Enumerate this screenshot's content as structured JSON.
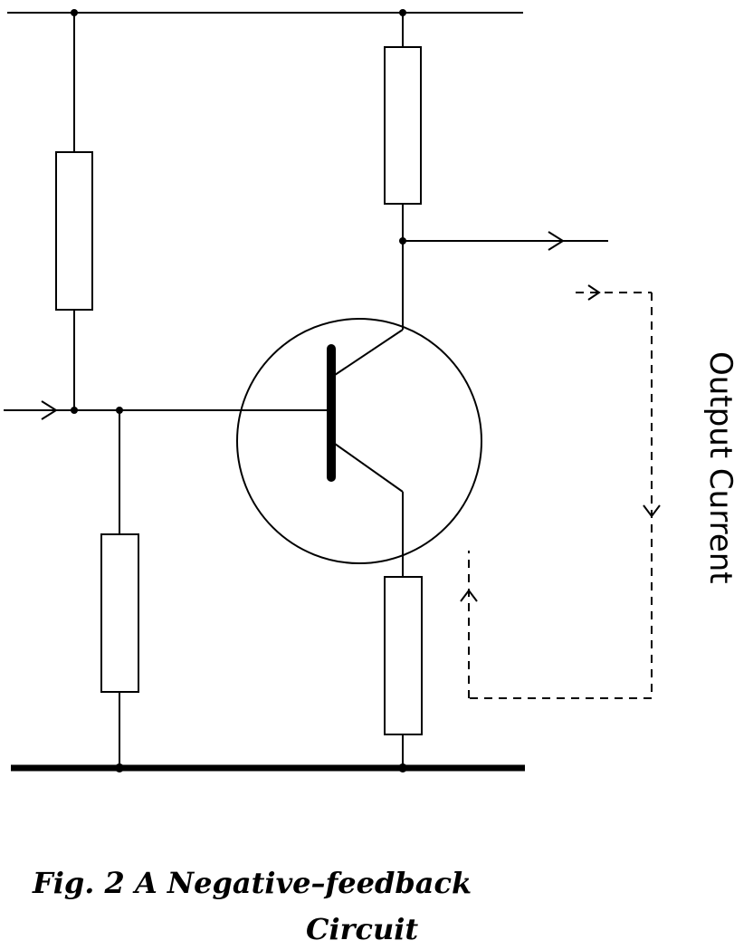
{
  "diagram": {
    "side_label": "Output Current",
    "caption_line1": "Fig. 2   A Negative–feedback",
    "caption_line2": "Circuit",
    "colors": {
      "ink": "#000000",
      "background": "#ffffff"
    }
  }
}
